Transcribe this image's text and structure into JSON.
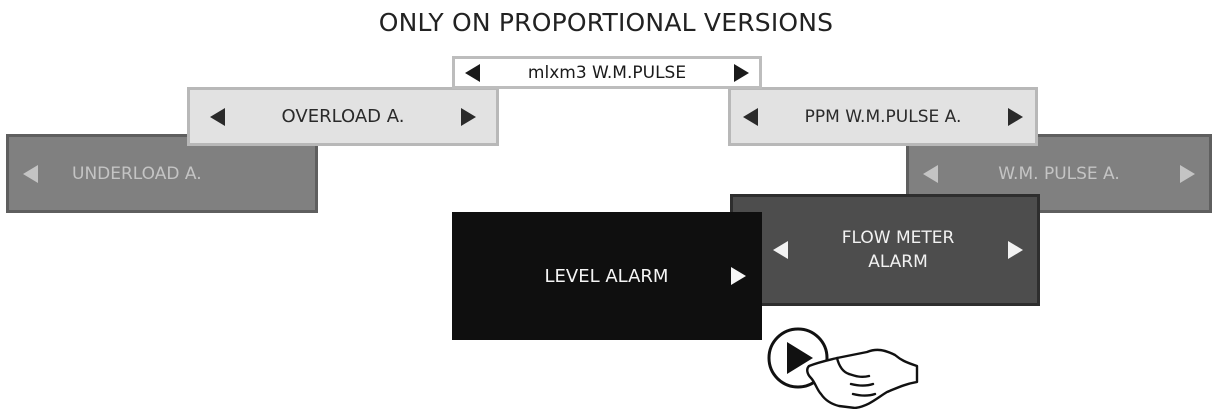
{
  "caption": "ONLY ON PROPORTIONAL VERSIONS",
  "tiles": {
    "mlxm": "mlxm3 W.M.PULSE",
    "overload": "OVERLOAD A.",
    "ppm": "PPM W.M.PULSE A.",
    "underload": "UNDERLOAD A.",
    "wm_pulse": "W.M. PULSE A.",
    "flow_meter": "FLOW METER\nALARM",
    "level": "LEVEL ALARM"
  },
  "icons": {
    "left": "left-arrow-icon",
    "right": "right-arrow-icon",
    "tap": "finger-press-play-icon"
  },
  "colors": {
    "light_tile": "#e2e2e2",
    "mid_tile": "#808080",
    "dark_tile": "#4d4d4d",
    "active_tile": "#0f0f0f"
  }
}
